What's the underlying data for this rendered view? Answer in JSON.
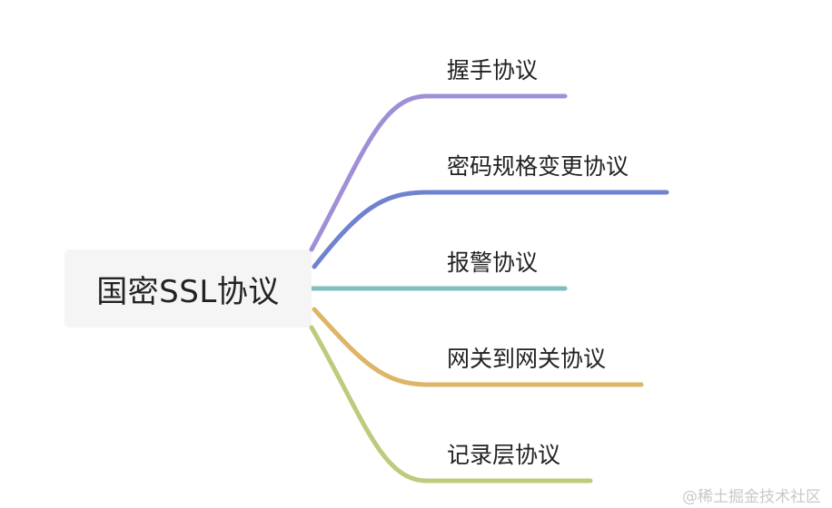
{
  "root": {
    "label": "国密SSL协议"
  },
  "branches": [
    {
      "label": "握手协议",
      "color": "#a08fd6"
    },
    {
      "label": "密码规格变更协议",
      "color": "#6f82cf"
    },
    {
      "label": "报警协议",
      "color": "#7fbfbe"
    },
    {
      "label": "网关到网关协议",
      "color": "#dcb566"
    },
    {
      "label": "记录层协议",
      "color": "#bccb7c"
    }
  ],
  "watermark": "@稀土掘金技术社区"
}
